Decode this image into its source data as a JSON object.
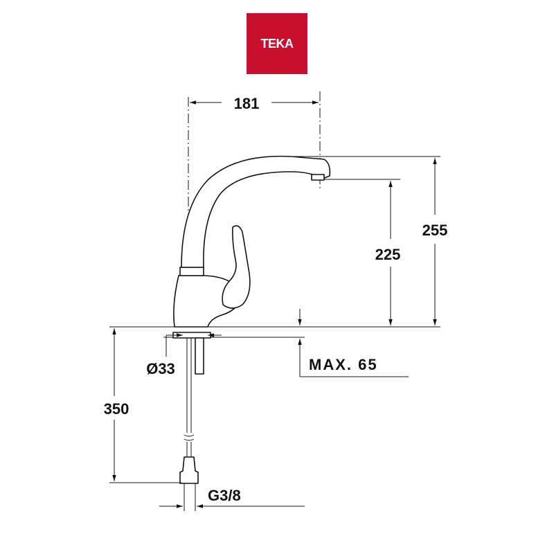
{
  "brand": {
    "logo_text": "TEKA",
    "logo_color": "#c8102e"
  },
  "dimensions": {
    "spout_reach": "181",
    "total_height": "255",
    "spout_height": "225",
    "max_thickness": "MAX. 65",
    "hole_diameter": "Ø33",
    "hose_length": "350",
    "connection": "G3/8"
  }
}
